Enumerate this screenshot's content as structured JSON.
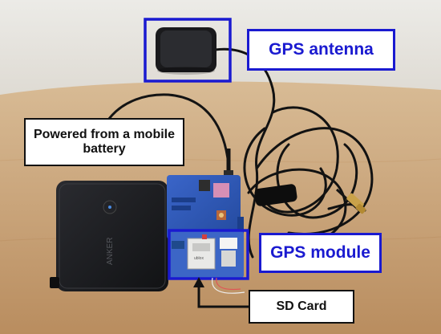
{
  "labels": {
    "gps_antenna": "GPS antenna",
    "gps_module": "GPS module",
    "powered_from": "Powered from a mobile battery",
    "sd_card": "SD Card"
  },
  "device_text": {
    "battery_brand": "ANKER",
    "module_text": "ublox"
  },
  "colors": {
    "callout_blue": "#1a1ad0",
    "callout_black": "#111111",
    "wall_background": "#e6e4df",
    "table_surface": "#c9a47a",
    "battery_body": "#1c1d21",
    "board_blue": "#2f56b8"
  }
}
